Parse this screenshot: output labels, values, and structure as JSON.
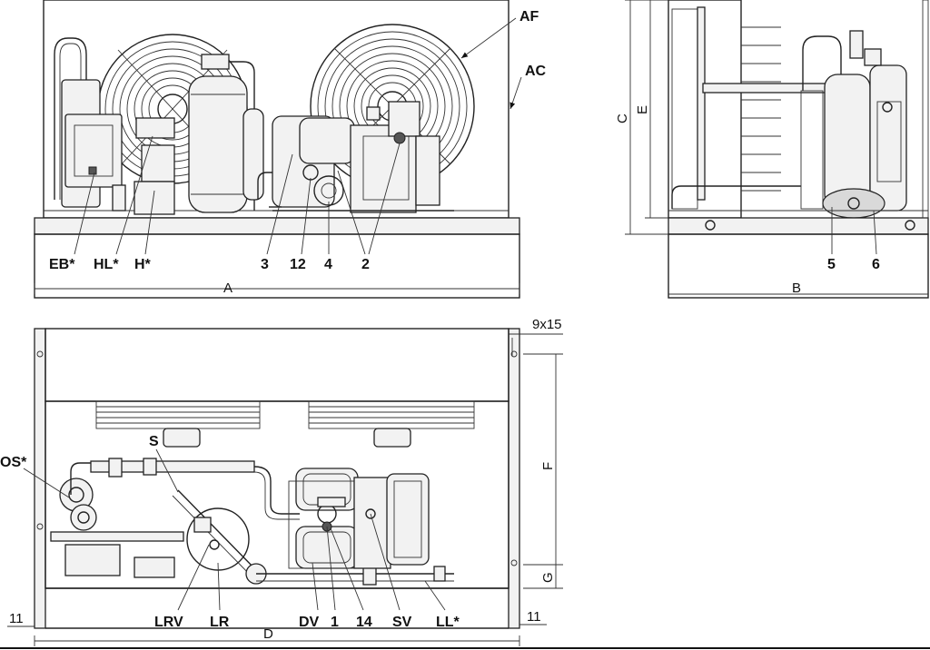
{
  "front_view": {
    "callouts": {
      "af": "AF",
      "ac": "AC",
      "eb": "EB*",
      "hl": "HL*",
      "h": "H*",
      "n3": "3",
      "n12": "12",
      "n4": "4",
      "n2": "2"
    },
    "dimension_a": "A"
  },
  "side_view": {
    "callouts": {
      "n5": "5",
      "n6": "6"
    },
    "dimension_c": "C",
    "dimension_e": "E",
    "dimension_b": "B"
  },
  "top_view": {
    "callouts": {
      "os": "OS*",
      "s": "S",
      "lrv": "LRV",
      "lr": "LR",
      "dv": "DV",
      "n1": "1",
      "n14": "14",
      "sv": "SV",
      "ll": "LL*"
    },
    "dimension_9x15": "9x15",
    "dimension_f": "F",
    "dimension_g": "G",
    "dimension_11_left": "11",
    "dimension_11_right": "11",
    "dimension_d": "D"
  }
}
